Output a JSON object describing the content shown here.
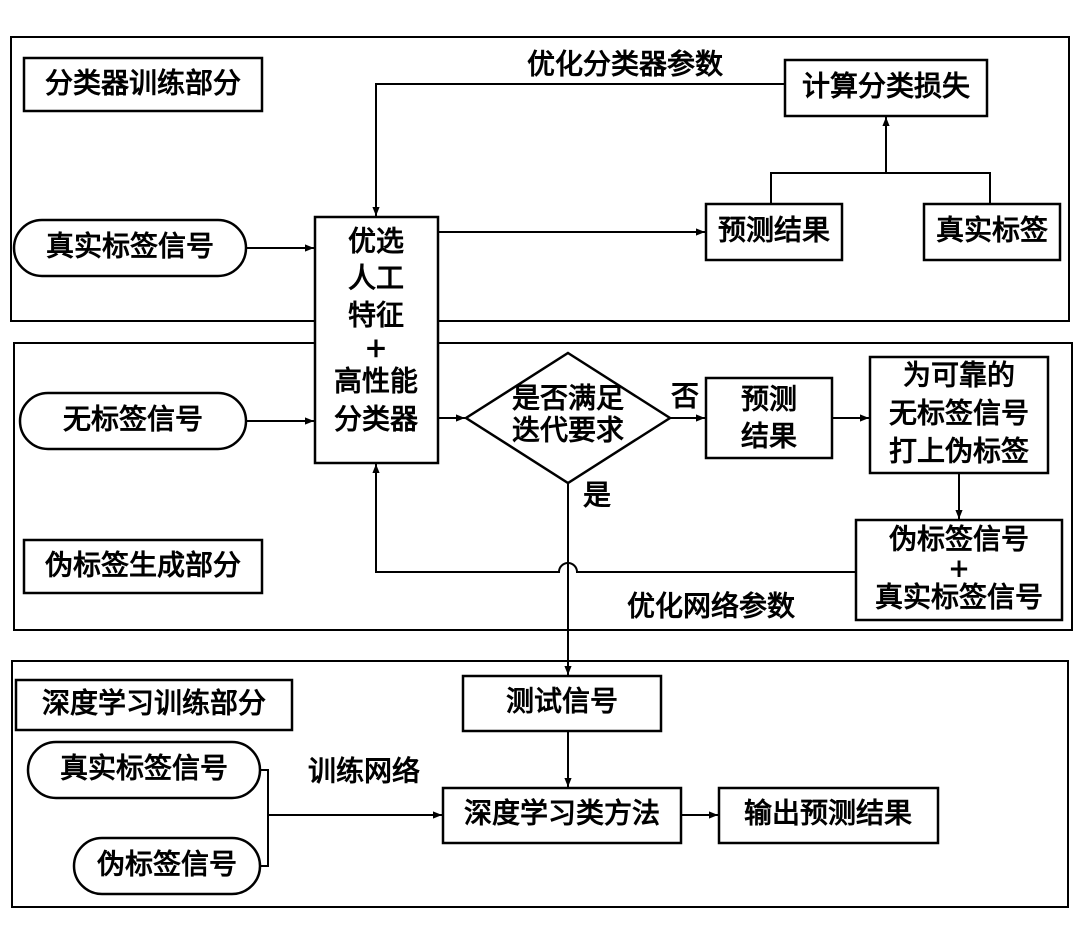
{
  "sections": {
    "classifier_training": "分类器训练部分",
    "pseudo_label_generation": "伪标签生成部分",
    "deep_learning_training": "深度学习训练部分"
  },
  "inputs": {
    "real_labeled_signal_top": "真实标签信号",
    "unlabeled_signal": "无标签信号",
    "real_labeled_signal_bottom": "真实标签信号",
    "pseudo_labeled_signal": "伪标签信号"
  },
  "classifier_box": {
    "line1": "优选",
    "line2": "人工",
    "line3": "特征",
    "line4": "+",
    "line5": "高性能",
    "line6": "分类器"
  },
  "training": {
    "optimize_classifier_params": "优化分类器参数",
    "compute_classification_loss": "计算分类损失",
    "prediction_result": "预测结果",
    "true_label": "真实标签"
  },
  "pseudo": {
    "decision_line1": "是否满足",
    "decision_line2": "迭代要求",
    "no_label": "否",
    "yes_label": "是",
    "prediction_line1": "预测",
    "prediction_line2": "结果",
    "tag_line1": "为可靠的",
    "tag_line2": "无标签信号",
    "tag_line3": "打上伪标签",
    "merge_line1": "伪标签信号",
    "merge_line2": "+",
    "merge_line3": "真实标签信号",
    "optimize_network_params": "优化网络参数"
  },
  "deep": {
    "test_signal": "测试信号",
    "train_network": "训练网络",
    "deep_learning_method": "深度学习类方法",
    "output_prediction": "输出预测结果"
  }
}
